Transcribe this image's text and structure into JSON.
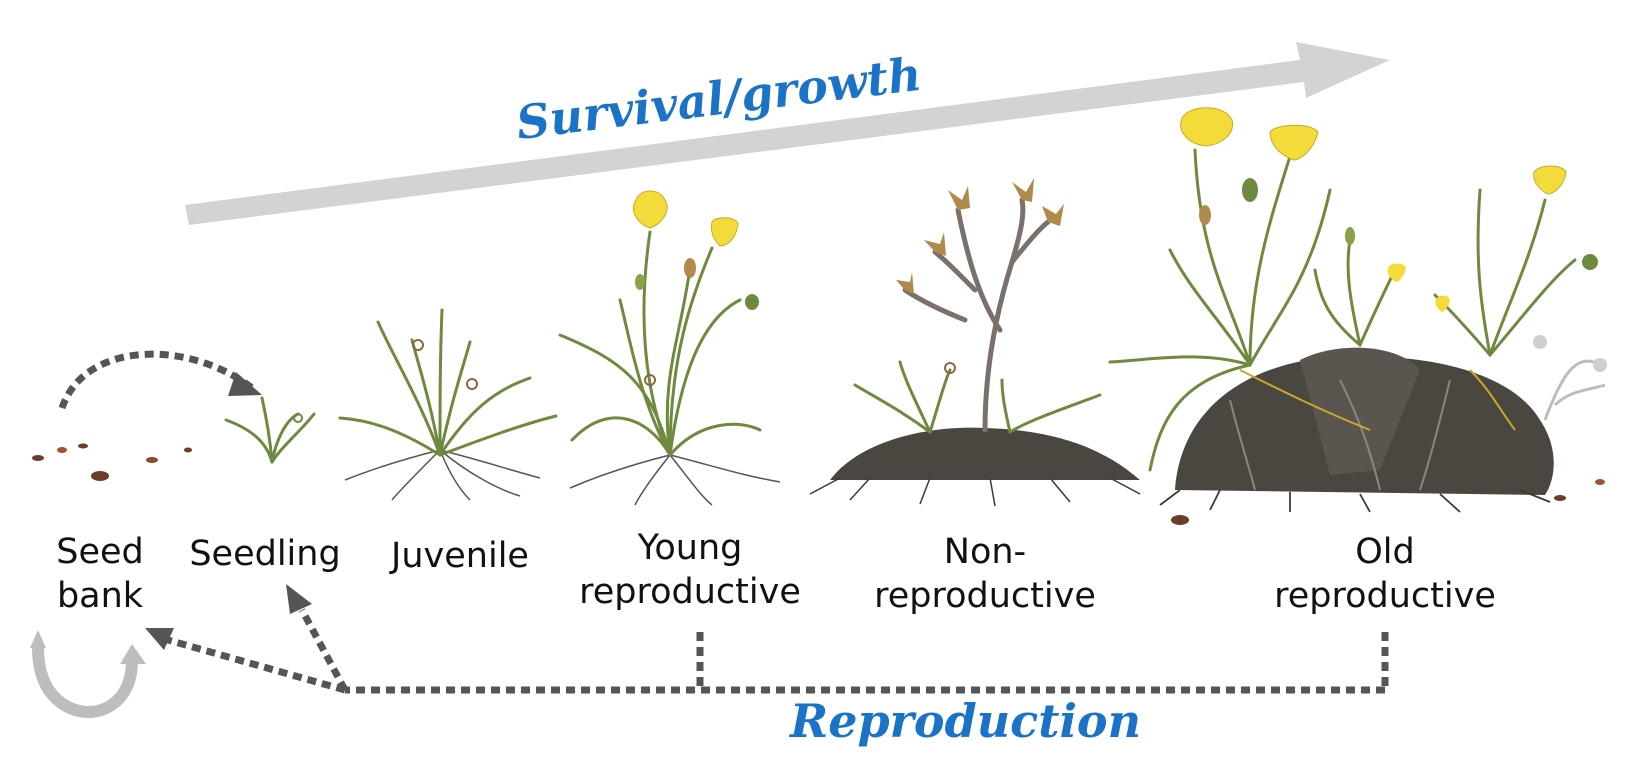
{
  "processes": {
    "survival": "Survival/growth",
    "reproduction": "Reproduction"
  },
  "stages": {
    "seed_bank": {
      "line1": "Seed",
      "line2": "bank"
    },
    "seedling": {
      "line1": "Seedling"
    },
    "juvenile": {
      "line1": "Juvenile"
    },
    "young_reproductive": {
      "line1": "Young",
      "line2": "reproductive"
    },
    "non_reproductive": {
      "line1": "Non-",
      "line2": "reproductive"
    },
    "old_reproductive": {
      "line1": "Old",
      "line2": "reproductive"
    }
  },
  "colors": {
    "process_text": "#1a73c6",
    "growth_arrow": "#d3d3d3",
    "dotted_arrows": "#555555",
    "stem_green": "#6e8a3e",
    "petal_yellow": "#f3dc3a",
    "soil_dark": "#4a4640",
    "dead_stem": "#7a726a"
  }
}
